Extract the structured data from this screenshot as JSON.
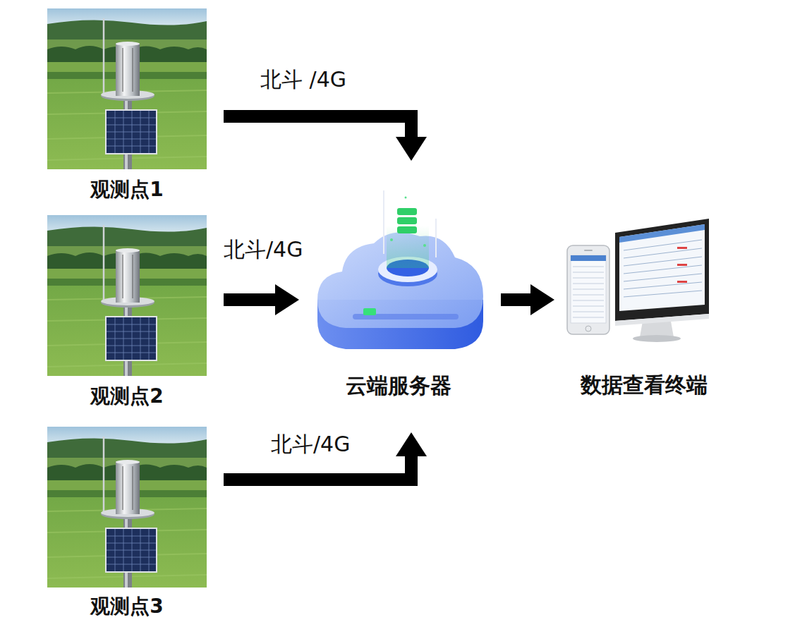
{
  "diagram": {
    "nodes": [
      {
        "text": [
          "观测点1"
        ]
      },
      {
        "text": [
          "观测点2"
        ]
      },
      {
        "text": [
          "观测点3"
        ]
      },
      {
        "text": [
          "云端服务器"
        ]
      },
      {
        "text": [
          "数据查看终端"
        ]
      }
    ],
    "edges": [
      {
        "from": 0,
        "to": 3,
        "arrow": "to",
        "label": "北斗 /4G"
      },
      {
        "from": 1,
        "to": 3,
        "arrow": "to",
        "label": "北斗/4G"
      },
      {
        "from": 2,
        "to": 3,
        "arrow": "to",
        "label": "北斗/4G"
      },
      {
        "from": 3,
        "to": 4,
        "arrow": "to"
      }
    ]
  }
}
